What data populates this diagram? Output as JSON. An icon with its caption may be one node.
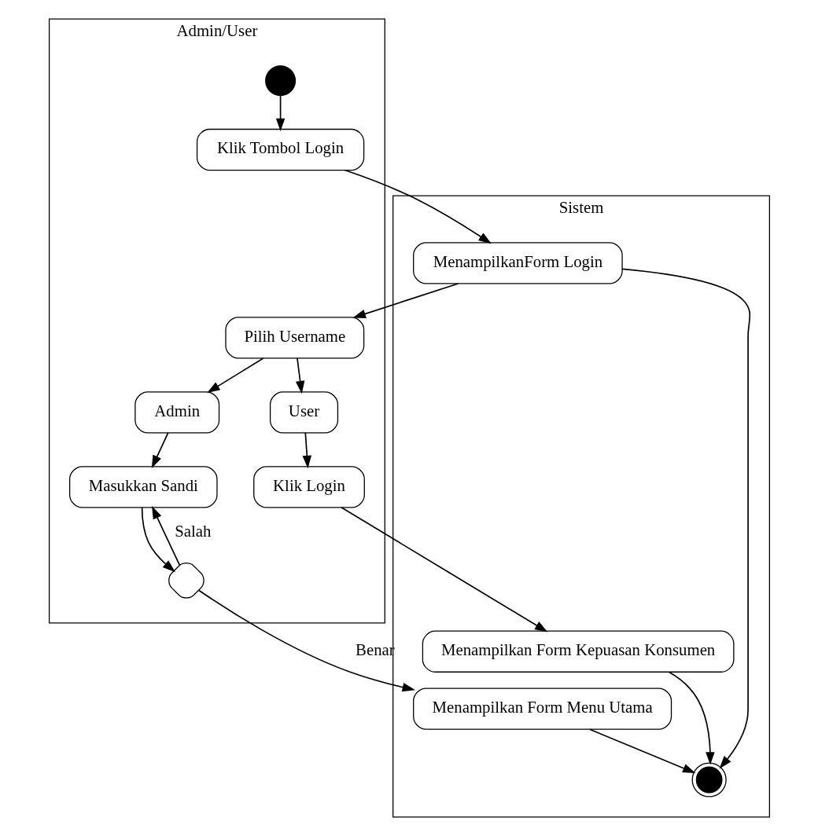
{
  "diagram": {
    "nodes": [
      {
        "text": [
          "Admin/User"
        ]
      },
      {
        "text": [
          "Sistem"
        ]
      },
      {
        "text": [],
        "shape": "circle",
        "in": 0
      },
      {
        "text": [
          "Klik Tombol Login"
        ],
        "in": 0
      },
      {
        "text": [
          "MenampilkanForm Login"
        ],
        "in": 1
      },
      {
        "text": [
          "Pilih Username"
        ],
        "in": 0
      },
      {
        "text": [
          "Menampilkan Form Kepuasan Konsumen"
        ],
        "in": 1
      },
      {
        "text": [
          "User"
        ],
        "in": 0
      },
      {
        "text": [
          "Admin"
        ],
        "in": 0
      },
      {
        "text": [
          "Klik Login"
        ],
        "in": 0
      },
      {
        "text": [],
        "shape": "circle",
        "in": 1
      },
      {
        "text": [
          "Masukkan Sandi"
        ],
        "in": 0
      },
      {
        "text": [],
        "shape": "diamond",
        "in": 0
      },
      {
        "text": [
          "Menampilkan Form Menu Utama"
        ],
        "in": 1
      }
    ],
    "edges": [
      {
        "from": 2,
        "to": 3,
        "arrow": "to"
      },
      {
        "from": 3,
        "to": 4,
        "arrow": "to"
      },
      {
        "from": 4,
        "to": 5,
        "arrow": "to"
      },
      {
        "from": 4,
        "to": 10,
        "arrow": "to"
      },
      {
        "from": 5,
        "to": 7,
        "arrow": "to"
      },
      {
        "from": 5,
        "to": 8,
        "arrow": "to"
      },
      {
        "from": 7,
        "to": 9,
        "arrow": "to"
      },
      {
        "from": 9,
        "to": 6,
        "arrow": "to"
      },
      {
        "from": 6,
        "to": 10,
        "arrow": "to"
      },
      {
        "from": 8,
        "to": 11,
        "arrow": "to"
      },
      {
        "from": 11,
        "to": 12,
        "arrow": "to"
      },
      {
        "from": 12,
        "to": 13,
        "label": "Benar",
        "arrow": "to"
      },
      {
        "from": 12,
        "to": 11,
        "label": "Salah",
        "arrow": "to"
      },
      {
        "from": 13,
        "to": 10,
        "arrow": "to"
      }
    ]
  }
}
